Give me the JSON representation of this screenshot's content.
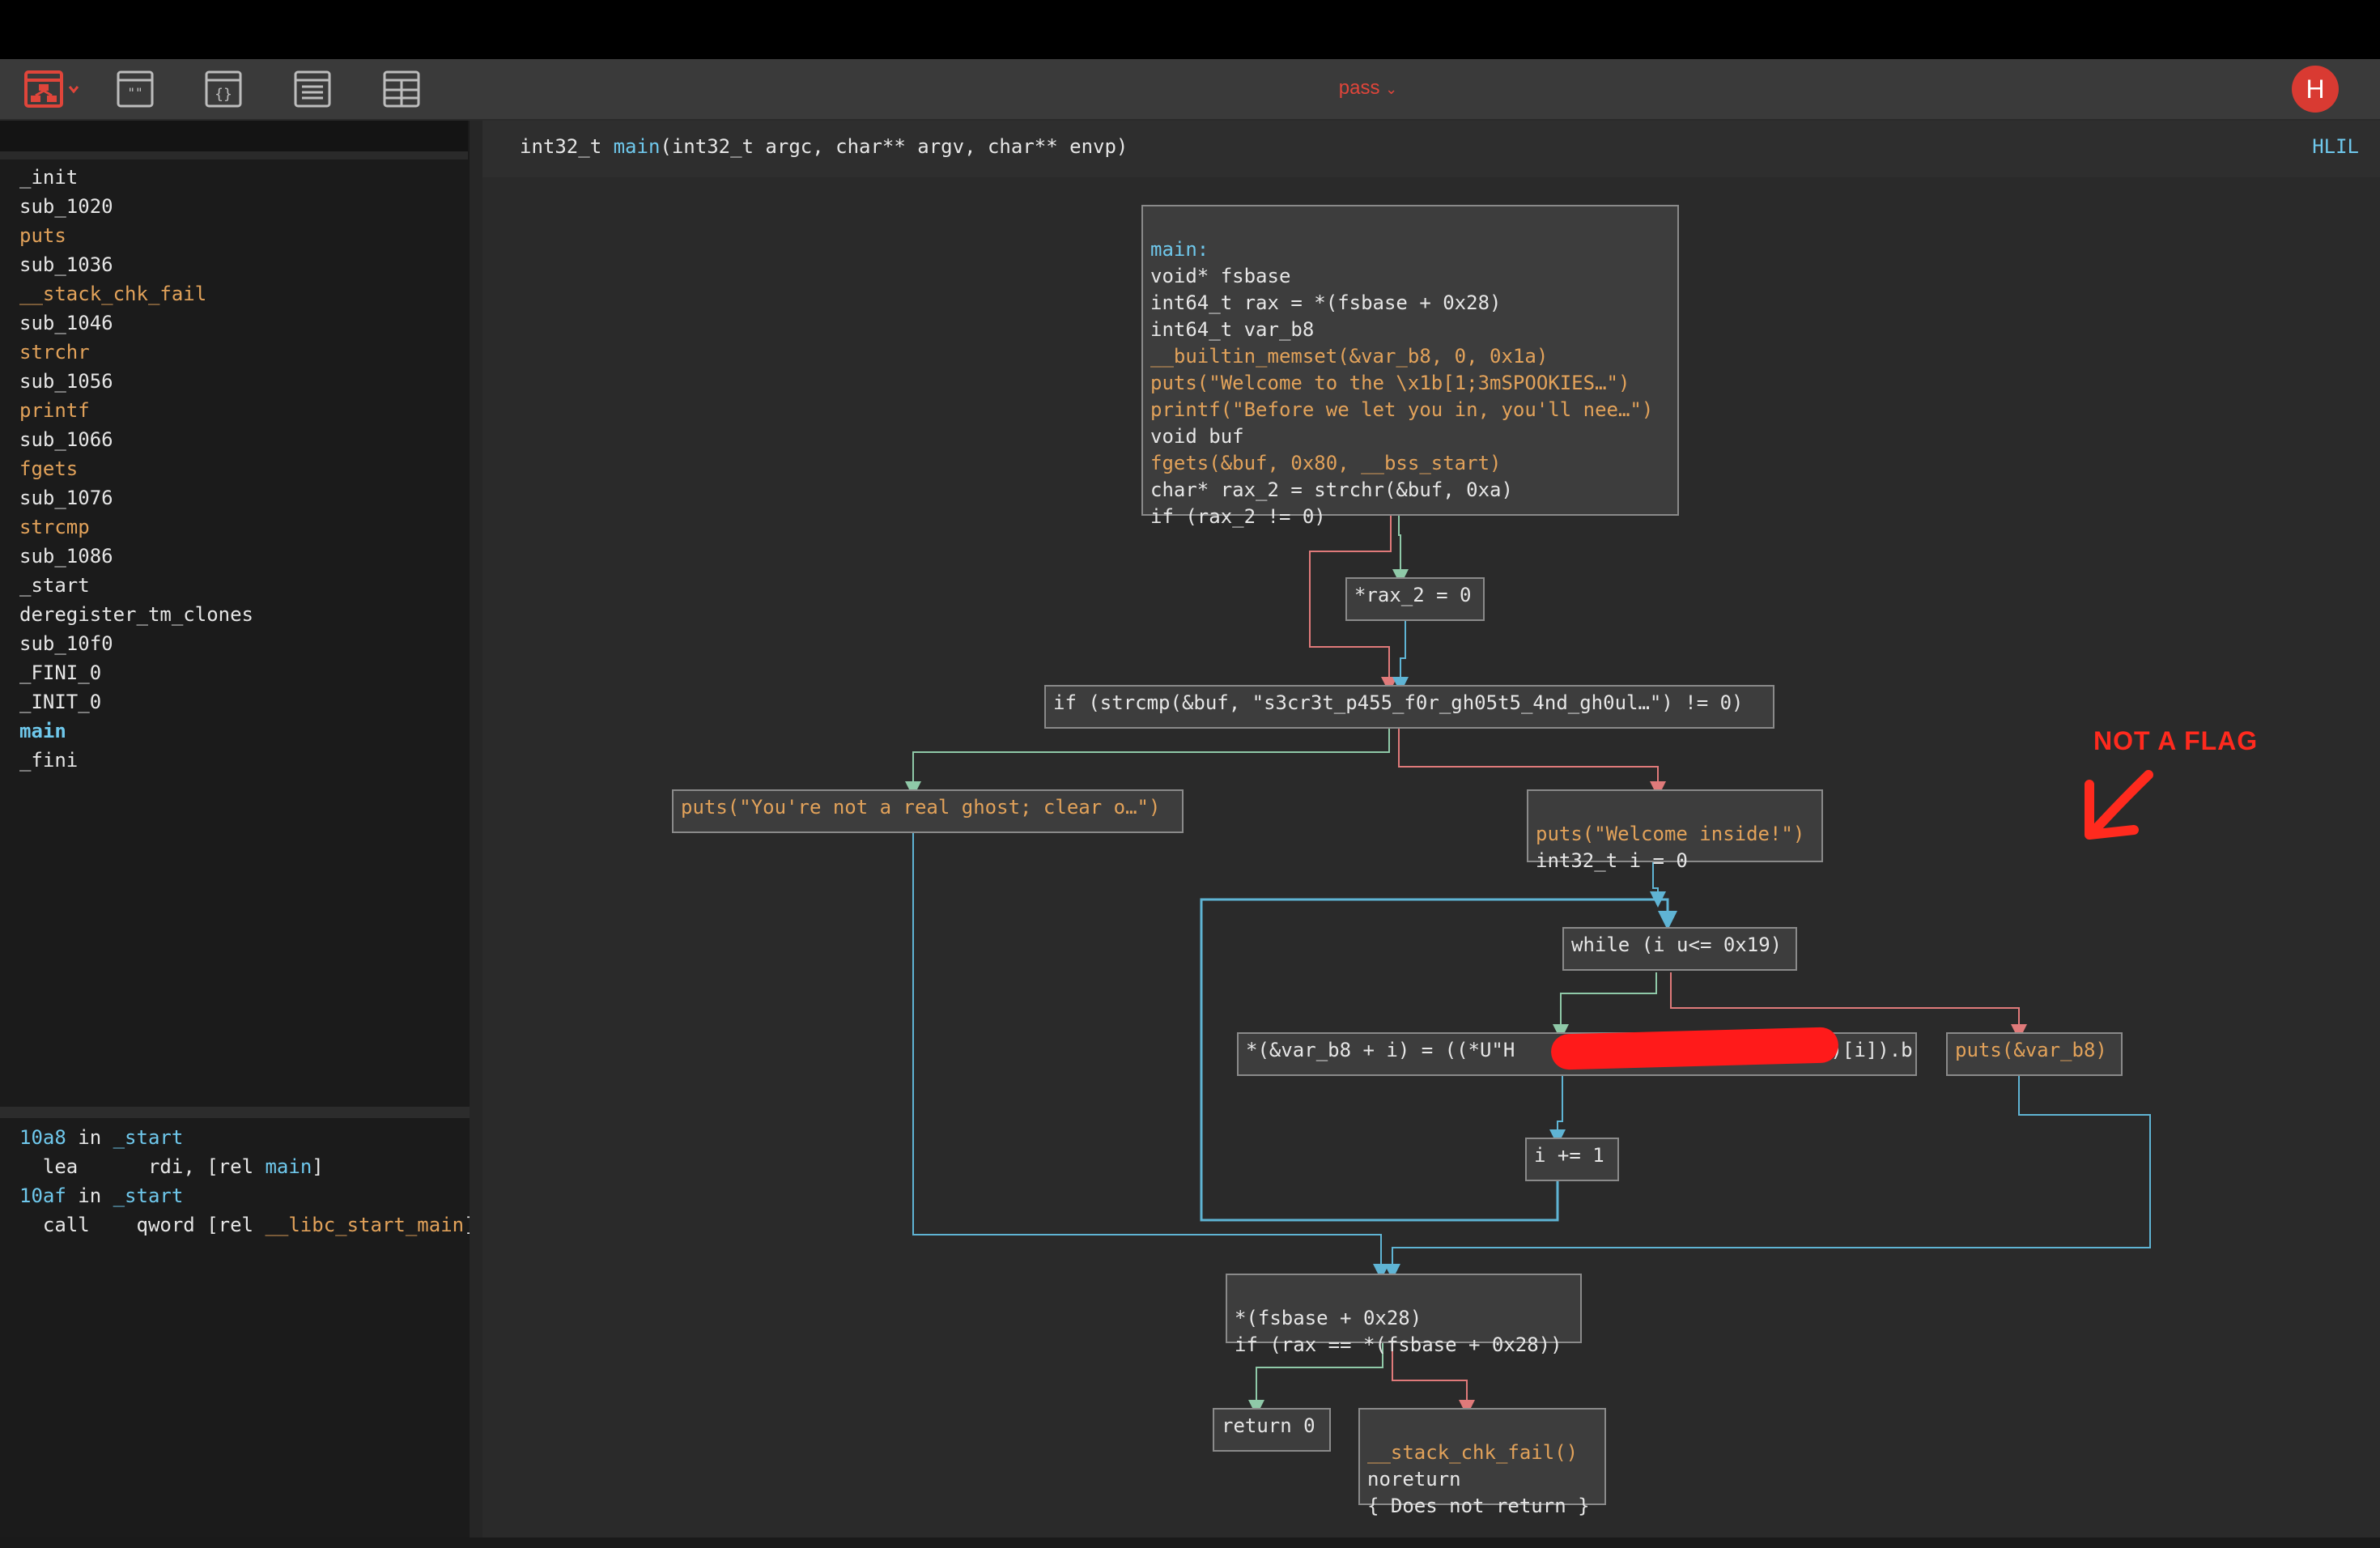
{
  "toolbar": {
    "file_title": "pass",
    "avatar_initial": "H"
  },
  "sidebar": {
    "symbols": [
      {
        "name": "_init",
        "kind": "white"
      },
      {
        "name": "sub_1020",
        "kind": "white"
      },
      {
        "name": "puts",
        "kind": "orange"
      },
      {
        "name": "sub_1036",
        "kind": "white"
      },
      {
        "name": "__stack_chk_fail",
        "kind": "orange"
      },
      {
        "name": "sub_1046",
        "kind": "white"
      },
      {
        "name": "strchr",
        "kind": "orange"
      },
      {
        "name": "sub_1056",
        "kind": "white"
      },
      {
        "name": "printf",
        "kind": "orange"
      },
      {
        "name": "sub_1066",
        "kind": "white"
      },
      {
        "name": "fgets",
        "kind": "orange"
      },
      {
        "name": "sub_1076",
        "kind": "white"
      },
      {
        "name": "strcmp",
        "kind": "orange"
      },
      {
        "name": "sub_1086",
        "kind": "white"
      },
      {
        "name": "_start",
        "kind": "white"
      },
      {
        "name": "deregister_tm_clones",
        "kind": "white"
      },
      {
        "name": "sub_10f0",
        "kind": "white"
      },
      {
        "name": "_FINI_0",
        "kind": "white"
      },
      {
        "name": "_INIT_0",
        "kind": "white"
      },
      {
        "name": "main",
        "kind": "blue"
      },
      {
        "name": "_fini",
        "kind": "white"
      }
    ],
    "xrefs": [
      {
        "addr": "10a8",
        "in": " in ",
        "func": "_start"
      },
      {
        "op": "lea",
        "args1": "rdi, ",
        "args2": "[rel ",
        "sym": "main",
        "args3": "]"
      },
      {
        "addr": "10af",
        "in": " in ",
        "func": "_start"
      },
      {
        "op": "call",
        "args1": "qword ",
        "args2": "[rel ",
        "sym": "__libc_start_main",
        "args3": "]"
      }
    ]
  },
  "header": {
    "signature_ret": "int32_t ",
    "signature_name": "main",
    "signature_args": "(int32_t argc, char** argv, char** envp)",
    "view_mode": "HLIL"
  },
  "blocks": {
    "entry": [
      "main:",
      "void* fsbase",
      "int64_t rax = *(fsbase + 0x28)",
      "int64_t var_b8",
      "__builtin_memset(&var_b8, 0, 0x1a)",
      "puts(\"Welcome to the \\x1b[1;3mSPOOKIES…\")",
      "printf(\"Before we let you in, you'll nee…\")",
      "void buf",
      "fgets(&buf, 0x80, __bss_start)",
      "char* rax_2 = strchr(&buf, 0xa)",
      "if (rax_2 != 0)"
    ],
    "set_zero": "*rax_2 = 0",
    "strcmp_if": "if (strcmp(&buf, \"s3cr3t_p455_f0r_gh05t5_4nd_gh0ul…\") != 0)",
    "not_ghost": "puts(\"You're not a real ghost; clear o…\")",
    "welcome": [
      "puts(\"Welcome inside!\")",
      "int32_t i = 0"
    ],
    "while_cond": "while (i u<= 0x19)",
    "loop_body": "*(&var_b8 + i) = ((*U\"H                          \")[i]).b",
    "puts_flag": "puts(&var_b8)",
    "increment": "i += 1",
    "canary": [
      "*(fsbase + 0x28)",
      "if (rax == *(fsbase + 0x28))"
    ],
    "ret": "return 0",
    "chk_fail": [
      "__stack_chk_fail()",
      "noreturn",
      "{ Does not return }"
    ]
  },
  "annotation": {
    "text": "NOT A FLAG",
    "color": "#ff2a1e"
  },
  "colors": {
    "accent_red": "#e0453a",
    "edge_blue": "#5fb4d4",
    "edge_red": "#e07a7a",
    "edge_green": "#8fc9a8"
  }
}
